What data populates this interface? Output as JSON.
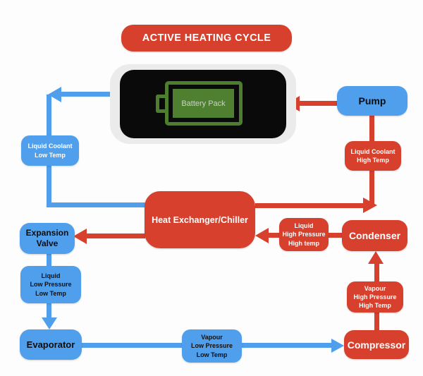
{
  "title": "ACTIVE HEATING CYCLE",
  "colors": {
    "red": "#d6402d",
    "blue": "#4f9fed",
    "battery-green": "#4d7e2d",
    "battery-fill": "#4e8030",
    "battery-text": "#ccd2c8",
    "screen-black": "#0a0a0a",
    "panel-gray": "#ebebeb",
    "bg": "#fdfdfd"
  },
  "nodes": {
    "battery": "Battery Pack",
    "pump": "Pump",
    "heat_exchanger": "Heat Exchanger/Chiller",
    "expansion_valve": "Expansion Valve",
    "evaporator": "Evaporator",
    "compressor": "Compressor",
    "condenser": "Condenser"
  },
  "flow_labels": {
    "coolant_low": {
      "lines": [
        "Liquid Coolant",
        "Low Temp"
      ]
    },
    "coolant_high": {
      "lines": [
        "Liquid Coolant",
        "High Temp"
      ]
    },
    "liquid_high_pressure": {
      "lines": [
        "Liquid",
        "High Pressure",
        "High temp"
      ]
    },
    "vapour_high_pressure": {
      "lines": [
        "Vapour",
        "High Pressure",
        "High Temp"
      ]
    },
    "liquid_low_pressure": {
      "lines": [
        "Liquid",
        "Low Pressure",
        "Low Temp"
      ]
    },
    "vapour_low_pressure": {
      "lines": [
        "Vapour",
        "Low Pressure",
        "Low Temp"
      ]
    }
  }
}
